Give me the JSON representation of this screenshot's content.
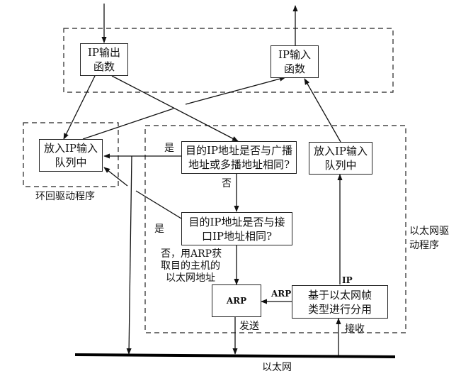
{
  "title": "IP / ARP / Ethernet driver flow",
  "nodes": {
    "ip_output": {
      "line1": "IP输出",
      "line2": "函数"
    },
    "ip_input": {
      "line1": "IP输入",
      "line2": "函数"
    },
    "loopback_queue": {
      "line1": "放入IP输入",
      "line2": "队列中"
    },
    "eth_queue": {
      "line1": "放入IP输入",
      "line2": "队列中"
    },
    "broadcast_check": {
      "line1": "目的IP地址是否与广播",
      "line2": "地址或多播地址相同?"
    },
    "iface_check": {
      "line1": "目的IP地址是否与接",
      "line2": "口IP地址相同?"
    },
    "arp": {
      "label": "ARP"
    },
    "demux": {
      "line1": "基于以太网帧",
      "line2": "类型进行分用"
    }
  },
  "groups": {
    "loopback_driver": "环回驱动程序",
    "ethernet_driver_line1": "以太网驱",
    "ethernet_driver_line2": "动程序"
  },
  "edge_labels": {
    "yes1": "是",
    "no1": "否",
    "yes2": "是",
    "no2_line1": "否，用ARP获",
    "no2_line2": "取目的主机的",
    "no2_line3": "以太网地址",
    "arp_edge": "ARP",
    "ip_edge": "IP",
    "send": "发送",
    "receive": "接收"
  },
  "bus_label": "以太网"
}
